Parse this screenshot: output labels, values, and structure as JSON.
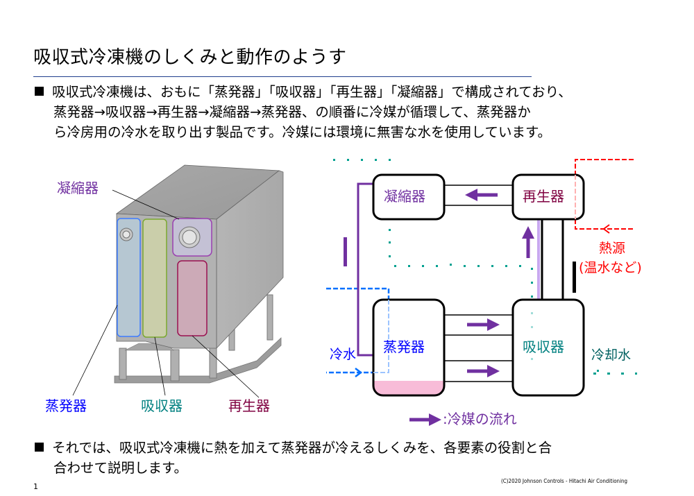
{
  "slide": {
    "title": "吸収式冷凍機のしくみと動作のようす",
    "page_number": "1",
    "copyright": "(C)2020 Johnson Controls - Hitachi Air Conditioning"
  },
  "intro": {
    "lines": [
      "吸収式冷凍機は、おもに「蒸発器」「吸収器」「再生器」「凝縮器」で構成されており、",
      "蒸発器→吸収器→再生器→凝縮器→蒸発器、の順番に冷媒が循環して、蒸発器か",
      "ら冷房用の冷水を取り出す製品です。冷媒には環境に無害な水を使用しています。"
    ]
  },
  "outro": {
    "lines": [
      "それでは、吸収式冷凍機に熱を加えて蒸発器が冷えるしくみを、各要素の役割と合",
      "合わせて説明します。"
    ]
  },
  "machine_illustration": {
    "labels": {
      "condenser": "凝縮器",
      "evaporator": "蒸発器",
      "absorber": "吸収器",
      "generator": "再生器"
    }
  },
  "flow_diagram": {
    "components": {
      "condenser": "凝縮器",
      "generator": "再生器",
      "evaporator": "蒸発器",
      "absorber": "吸収器"
    },
    "external_labels": {
      "chilled_water": "冷水",
      "cooling_water": "冷却水",
      "heat_source_line1": "熱源",
      "heat_source_line2": "(温水など)"
    },
    "legend": {
      "label": ":冷媒の流れ"
    }
  },
  "colors": {
    "condenser": "#7030a0",
    "evaporator": "#0000ff",
    "absorber": "#008080",
    "generator": "#7f0040",
    "heat_source": "#ff0000",
    "chilled_water": "#0070ff",
    "refrigerant_flow": "#7030a0",
    "cooling_water": "#00a090",
    "title_rule": "#1f3e8c"
  }
}
